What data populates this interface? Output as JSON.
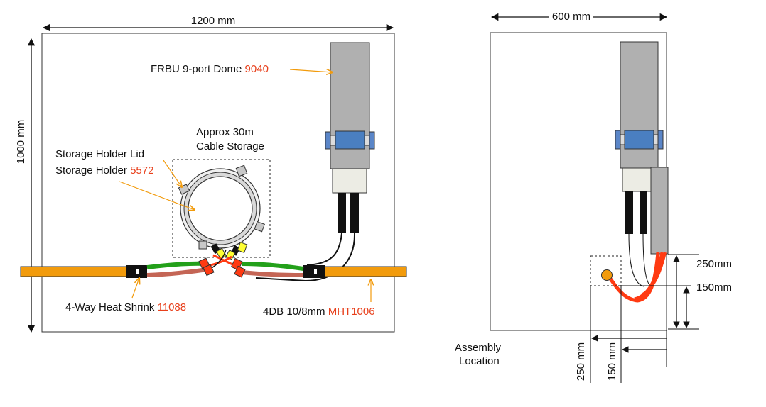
{
  "colors": {
    "part_number": "#e8401c",
    "cable_orange": "#f29b0c",
    "dome_gray": "#b0b0b0",
    "clamp_blue": "#4a7fc1",
    "red_lead": "#ff3a12",
    "green_lead": "#23a01a",
    "brown_lead": "#c46555",
    "yellow_port": "#ffff33"
  },
  "left_view": {
    "width_dim": "1200 mm",
    "height_dim": "1000 mm",
    "dome": {
      "label": "FRBU 9-port Dome",
      "part": "9040"
    },
    "storage": {
      "line1": "Approx 30m",
      "line2": "Cable Storage"
    },
    "holder_lid": {
      "label": "Storage Holder Lid"
    },
    "holder": {
      "label": "Storage Holder",
      "part": "5572"
    },
    "heat_shrink": {
      "label": "4-Way Heat Shrink",
      "part": "11088"
    },
    "db": {
      "label": "4DB 10/8mm",
      "part": "MHT1006"
    }
  },
  "right_view": {
    "width_dim": "600 mm",
    "dim_250_h": "250mm",
    "dim_150_h": "150mm",
    "dim_250_v": "250 mm",
    "dim_150_v": "150 mm",
    "assembly": {
      "line1": "Assembly",
      "line2": "Location"
    }
  }
}
